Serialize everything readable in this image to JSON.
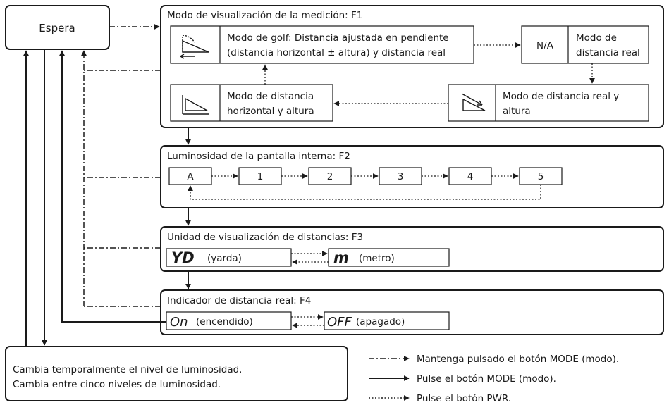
{
  "standby": {
    "label": "Espera"
  },
  "f1": {
    "title": "Modo de visualización de la medición: F1",
    "golf_mode": {
      "line1": "Modo de golf: Distancia ajustada en pendiente",
      "line2": "(distancia horizontal ± altura) y distancia real"
    },
    "na": "N/A",
    "real_mode": {
      "line1": "Modo de",
      "line2": "distancia real"
    },
    "real_alt_mode": {
      "line1": "Modo de distancia real y",
      "line2": "altura"
    },
    "horiz_mode": {
      "line1": "Modo de distancia",
      "line2": "horizontal y altura"
    }
  },
  "f2": {
    "title": "Luminosidad de la pantalla interna: F2",
    "levels": [
      "A",
      "1",
      "2",
      "3",
      "4",
      "5"
    ]
  },
  "f3": {
    "title": "Unidad de visualización de distancias: F3",
    "yd_symbol": "YD",
    "yd_label": "(yarda)",
    "m_symbol": "m",
    "m_label": "(metro)"
  },
  "f4": {
    "title": "Indicador de distancia real: F4",
    "on_symbol": "On",
    "on_label": "(encendido)",
    "off_symbol": "OFF",
    "off_label": "(apagado)"
  },
  "note": {
    "line1": "Cambia temporalmente el nivel de luminosidad.",
    "line2": "Cambia entre cinco niveles de luminosidad."
  },
  "legend": {
    "hold_mode": "Mantenga pulsado el botón MODE (modo).",
    "press_mode": "Pulse el botón MODE (modo).",
    "press_pwr": "Pulse el botón PWR."
  }
}
